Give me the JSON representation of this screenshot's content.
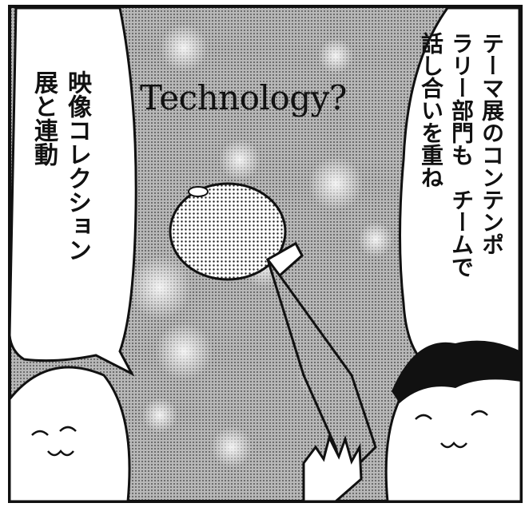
{
  "panel": {
    "title_text": "Technology?",
    "left_bubble": {
      "col1": "映像コレクション",
      "col2": "展と連動"
    },
    "right_bubble": {
      "col1": "テーマ展のコンテンポ",
      "col2": "ラリー部門も　チームで",
      "col3": "話し合いを重ね"
    }
  },
  "colors": {
    "ink": "#111111",
    "paper": "#ffffff",
    "screentone_bg": "#9a9a9a"
  }
}
